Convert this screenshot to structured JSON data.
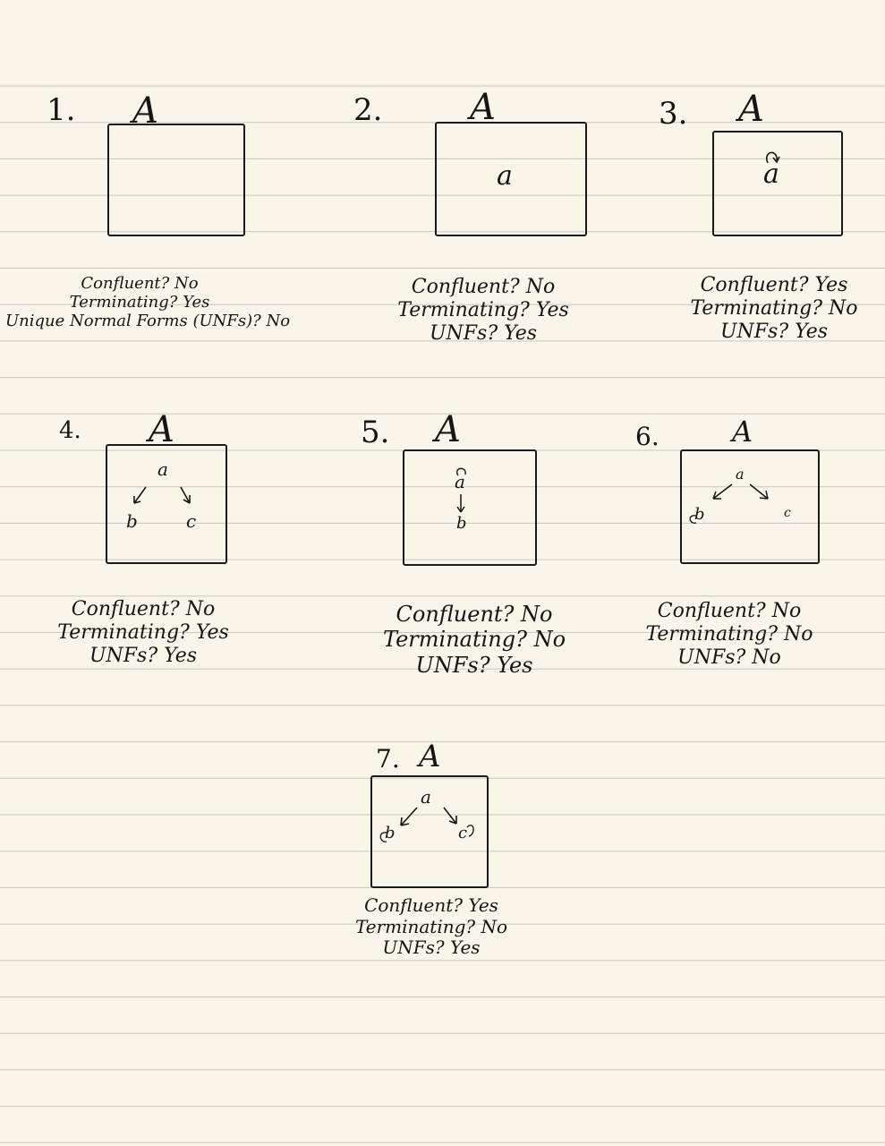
{
  "set_name": "A",
  "line_color": "#c9c8bf",
  "paper_color": "#f8f6e9",
  "ink_color": "#151515",
  "diagrams": [
    {
      "number": "1.",
      "nodes": [],
      "arrows": [],
      "props": [
        "Confluent? No",
        "Terminating? Yes",
        "Unique Normal Forms (UNFs)? No"
      ]
    },
    {
      "number": "2.",
      "nodes": [
        "a"
      ],
      "arrows": [],
      "props": [
        "Confluent? No",
        "Terminating? Yes",
        "UNFs? Yes"
      ]
    },
    {
      "number": "3.",
      "nodes": [
        "a"
      ],
      "arrows": [
        "a -> a"
      ],
      "props": [
        "Confluent? Yes",
        "Terminating? No",
        "UNFs? Yes"
      ]
    },
    {
      "number": "4.",
      "nodes": [
        "a",
        "b",
        "c"
      ],
      "arrows": [
        "a -> b",
        "a -> c"
      ],
      "props": [
        "Confluent? No",
        "Terminating? Yes",
        "UNFs? Yes"
      ]
    },
    {
      "number": "5.",
      "nodes": [
        "a",
        "b"
      ],
      "arrows": [
        "a -> a",
        "a -> b"
      ],
      "props": [
        "Confluent? No",
        "Terminating? No",
        "UNFs? Yes"
      ]
    },
    {
      "number": "6.",
      "nodes": [
        "a",
        "b",
        "c"
      ],
      "arrows": [
        "a -> b",
        "a -> c",
        "b -> b"
      ],
      "props": [
        "Confluent? No",
        "Terminating? No",
        "UNFs? No"
      ]
    },
    {
      "number": "7.",
      "nodes": [
        "a",
        "b",
        "c"
      ],
      "arrows": [
        "a -> b",
        "a -> c",
        "b -> b",
        "c -> c"
      ],
      "props": [
        "Confluent? Yes",
        "Terminating? No",
        "UNFs? Yes"
      ]
    }
  ]
}
